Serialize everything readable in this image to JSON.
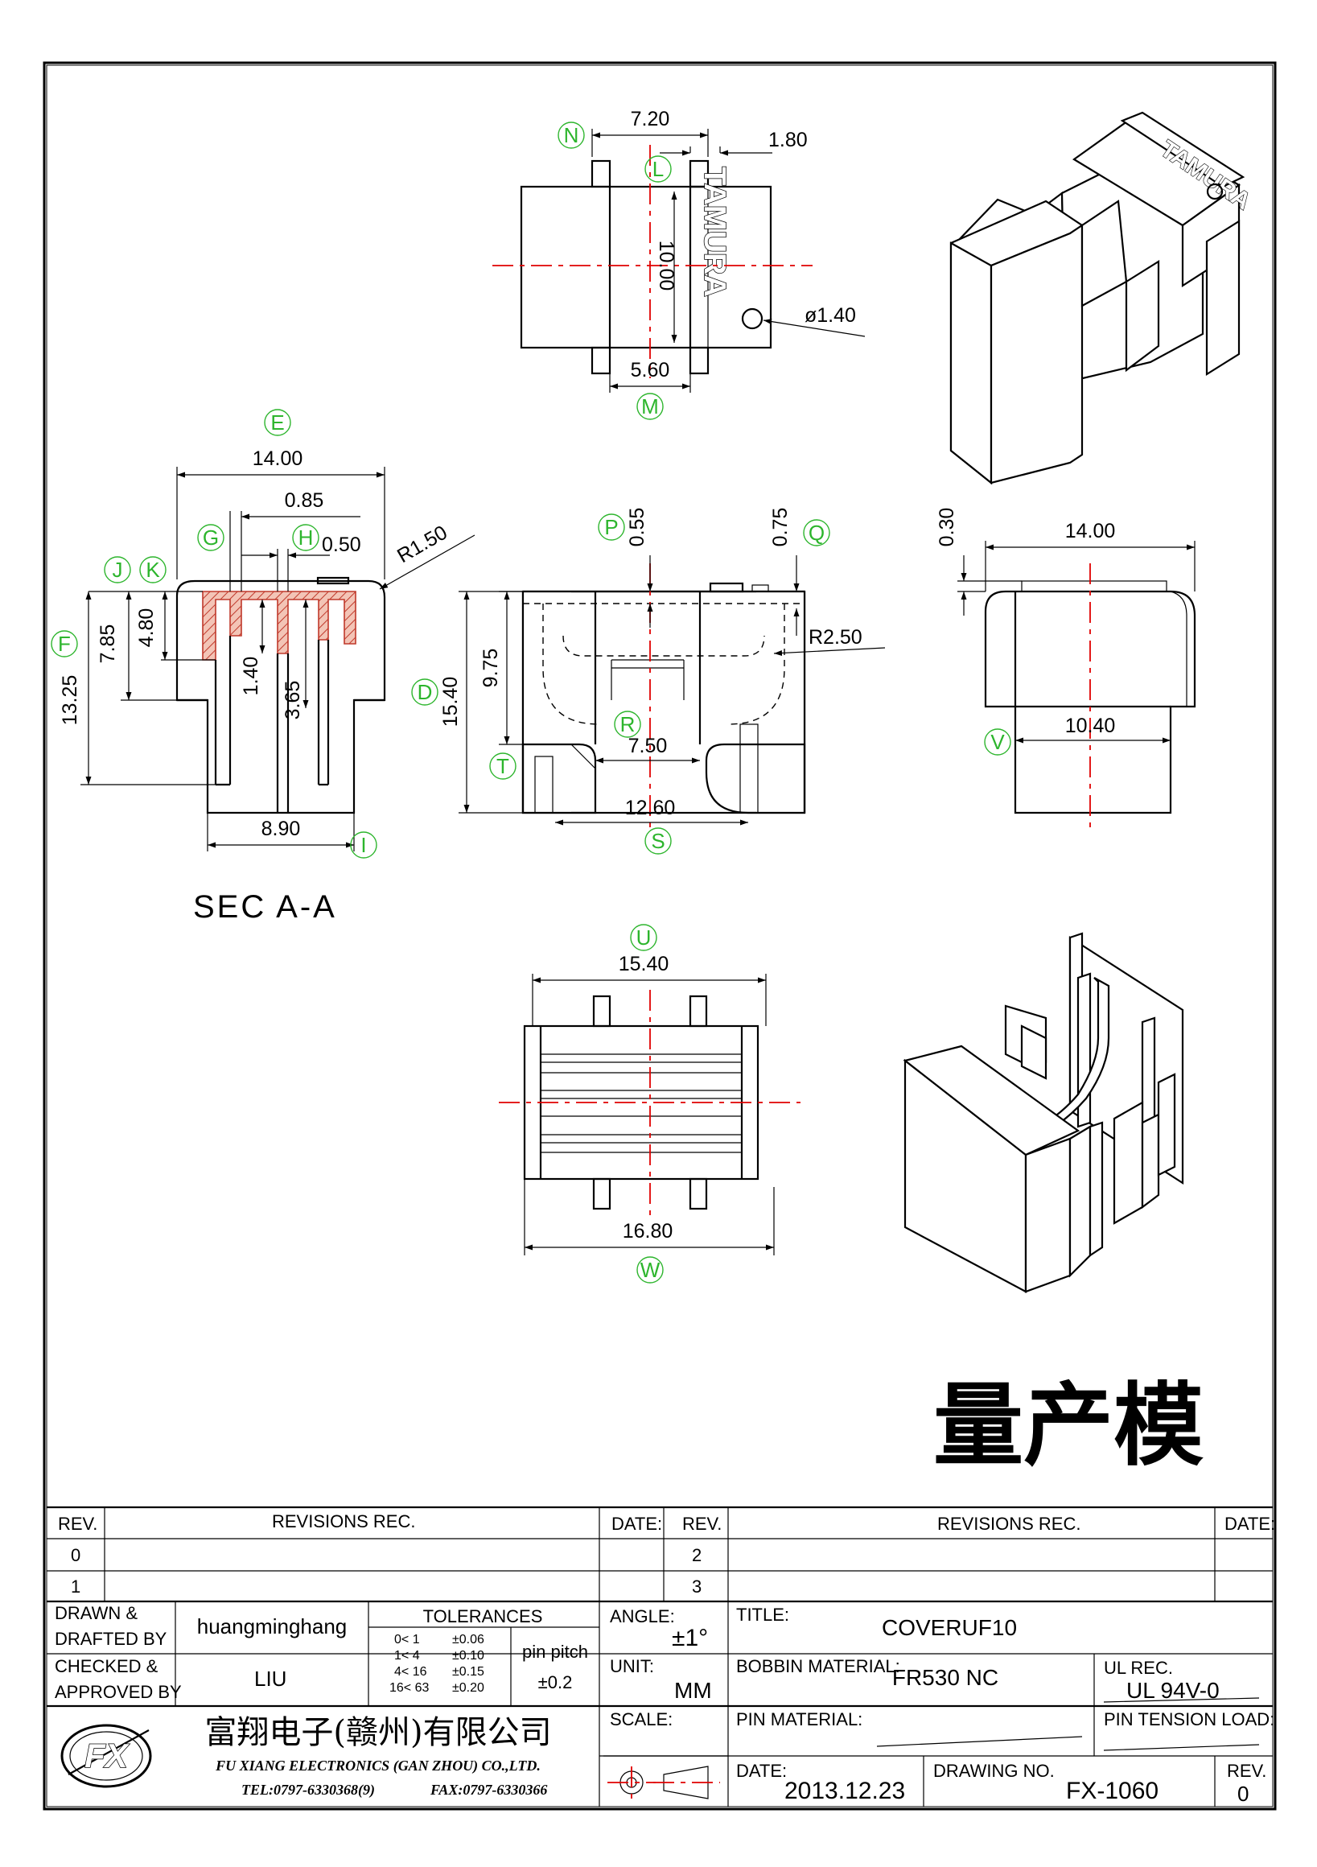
{
  "drawing": {
    "mark": "TAMURA",
    "stamp": "量产模",
    "section_label": "SEC A-A",
    "top_view": {
      "dims": {
        "w720": "7.20",
        "d180": "1.80",
        "h1000": "10.00",
        "dia": "ø1.40",
        "w560": "5.60"
      },
      "labels": {
        "n": "N",
        "l": "L",
        "m": "M"
      }
    },
    "section_view": {
      "dims": {
        "w1400": "14.00",
        "d085": "0.85",
        "d050": "0.50",
        "r150": "R1.50",
        "h785": "7.85",
        "h480": "4.80",
        "h1325": "13.25",
        "h140": "1.40",
        "h365": "3.65",
        "w890": "8.90"
      },
      "labels": {
        "e": "E",
        "g": "G",
        "h": "H",
        "j": "J",
        "k": "K",
        "f": "F",
        "i": "I"
      }
    },
    "front_view": {
      "dims": {
        "d055": "0.55",
        "d075": "0.75",
        "r250": "R2.50",
        "h975": "9.75",
        "h1540": "15.40",
        "w750": "7.50",
        "w1260": "12.60"
      },
      "labels": {
        "p": "P",
        "q": "Q",
        "d": "D",
        "r": "R",
        "t": "T",
        "s": "S"
      }
    },
    "side_view": {
      "dims": {
        "d030": "0.30",
        "w1400": "14.00",
        "w1040": "10.40"
      },
      "labels": {
        "v": "V"
      }
    },
    "bottom_view": {
      "dims": {
        "w1540": "15.40",
        "w1680": "16.80"
      },
      "labels": {
        "u": "U",
        "w": "W"
      }
    }
  },
  "title_block": {
    "rev_header": "REV.",
    "revisions_header": "REVISIONS    REC.",
    "date_header": "DATE:",
    "rev_rows_left": [
      "0",
      "1"
    ],
    "rev_rows_right": [
      "2",
      "3"
    ],
    "drawn_label_1": "DRAWN  &",
    "drawn_label_2": "DRAFTED  BY",
    "drawn_by": "huangminghang",
    "checked_label_1": "CHECKED  &",
    "checked_label_2": "APPROVED  BY",
    "checked_by": "LIU",
    "tolerances_header": "TOLERANCES",
    "tolerance_rows": [
      {
        "range": "0<   1",
        "value": "±0.06"
      },
      {
        "range": "1<   4",
        "value": "±0.10"
      },
      {
        "range": "4<  16",
        "value": "±0.15"
      },
      {
        "range": "16<  63",
        "value": "±0.20"
      }
    ],
    "pin_pitch_label": "pin  pitch",
    "pin_pitch_value": "±0.2",
    "angle_label": "ANGLE:",
    "angle_value": "±1°",
    "unit_label": "UNIT:",
    "unit_value": "MM",
    "scale_label": "SCALE:",
    "title_label": "TITLE:",
    "title_value": "COVERUF10",
    "bobbin_label": "BOBBIN  MATERIAL:",
    "bobbin_value": "FR530  NC",
    "ul_label": "UL  REC.",
    "ul_value": "UL  94V-0",
    "pin_material_label": "PIN  MATERIAL:",
    "pin_tension_label": "PIN  TENSION  LOAD:",
    "date_label": "DATE:",
    "date_value": "2013.12.23",
    "drawing_no_label": "DRAWING  NO.",
    "drawing_no_value": "FX-1060",
    "rev_label": "REV.",
    "rev_value": "0",
    "company_cn": "富翔电子(赣州)有限公司",
    "company_en": "FU XIANG ELECTRONICS (GAN ZHOU) CO.,LTD.",
    "tel": "TEL:0797-6330368(9)",
    "fax": "FAX:0797-6330366",
    "logo_text": "FX"
  },
  "colors": {
    "centerline": "#e00000",
    "label_circle": "#2db52d",
    "section_hatch": "#e8a08c"
  }
}
